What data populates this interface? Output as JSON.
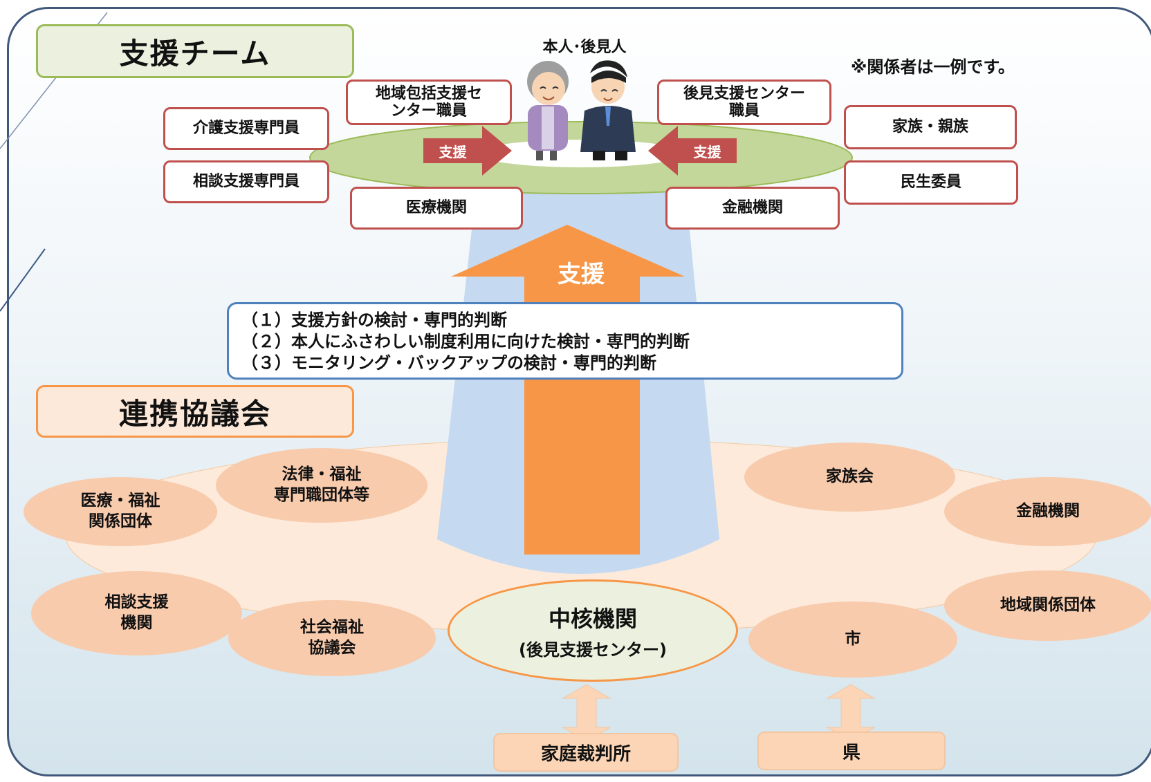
{
  "support_team": {
    "title": "支援チーム",
    "principal_label": "本人･後見人",
    "note": "※関係者は一例です。",
    "members": [
      "介護支援専門員",
      "相談支援専門員",
      "地域包括支援セ\nンター職員",
      "医療機関",
      "後見支援センター\n職員",
      "金融機関",
      "家族・親族",
      "民生委員"
    ],
    "side_arrow_label": "支援"
  },
  "support_arrow_label": "支援",
  "functions": [
    "（１）支援方針の検討・専門的判断",
    "（２）本人にふさわしい制度利用に向けた検討・専門的判断",
    "（３）モニタリング・バックアップの検討・専門的判断"
  ],
  "council": {
    "title": "連携協議会",
    "members": [
      "医療・福祉\n関係団体",
      "法律・福祉\n専門職団体等",
      "相談支援\n機関",
      "社会福祉\n協議会",
      "家族会",
      "金融機関",
      "地域関係団体",
      "市"
    ],
    "core": {
      "name": "中核機関",
      "sub": "(後見支援センター)"
    }
  },
  "external": {
    "court": "家庭裁判所",
    "prefecture": "県"
  },
  "colors": {
    "frame": "#41587a",
    "support_header_bg": "#ebf1de",
    "support_header_border": "#9bbb59",
    "council_header_bg": "#fde9d9",
    "council_header_border": "#f79646",
    "member_border": "#c0504d",
    "disc": "#c4d79b",
    "orange_arrow": "#f79646",
    "red_arrow": "#c0504d",
    "beam": "#c5d9f1",
    "cloud": "#fdeada",
    "ellipse": "#f8cbad",
    "core_bg": "#ebf1de",
    "core_border": "#f79646",
    "func_border": "#4f81bd"
  }
}
